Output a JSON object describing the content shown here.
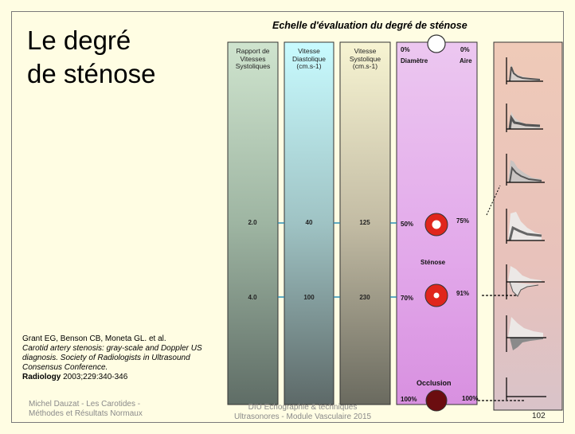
{
  "title": {
    "line1": "Le degré",
    "line2": "de sténose"
  },
  "scale_heading": "Echelle d'évaluation du degré de sténose",
  "columns": {
    "ratio": {
      "header_lines": [
        "Rapport de",
        "Vitesses",
        "Systoliques"
      ],
      "values": [
        "2.0",
        "4.0"
      ]
    },
    "diastolic": {
      "header_lines": [
        "Vitesse",
        "Diastolique",
        "(cm.s-1)"
      ],
      "values": [
        "40",
        "100"
      ]
    },
    "systolic": {
      "header_lines": [
        "Vitesse",
        "Systolique",
        "(cm.s-1)"
      ],
      "values": [
        "125",
        "230"
      ]
    }
  },
  "stenosis_panel": {
    "diameter_zero": "0%",
    "area_zero": "0%",
    "diameter_label": "Diamètre",
    "area_label": "Aire",
    "rows": [
      {
        "diameter": "50%",
        "area": "75%"
      },
      {
        "diameter": "70%",
        "area": "91%"
      }
    ],
    "stenosis_label": "Sténose",
    "occlusion_label": "Occlusion",
    "occlusion_diameter": "100%",
    "occlusion_area": "100%"
  },
  "reference": {
    "authors": "Grant EG, Benson CB, Moneta GL. et al.",
    "title": "Carotid artery stenosis: gray-scale and Doppler US diagnosis. Society of Radiologists in Ultrasound Consensus Conference.",
    "journal": "Radiology",
    "citation": " 2003;229:340-346"
  },
  "footer": {
    "left": "Michel Dauzat - Les Carotides - Méthodes et Résultats Normaux",
    "middle_line1": "DIU Echographie & techniques",
    "middle_line2": "Ultrasonores - Module Vasculaire 2015",
    "page": "102"
  },
  "colors": {
    "slide_bg": "#fffde3",
    "occlusion": "#6b0d10",
    "lumen_ring": "#e0261d",
    "connector": "#2a8fb6",
    "panel_purple": "#e2a8ea"
  }
}
